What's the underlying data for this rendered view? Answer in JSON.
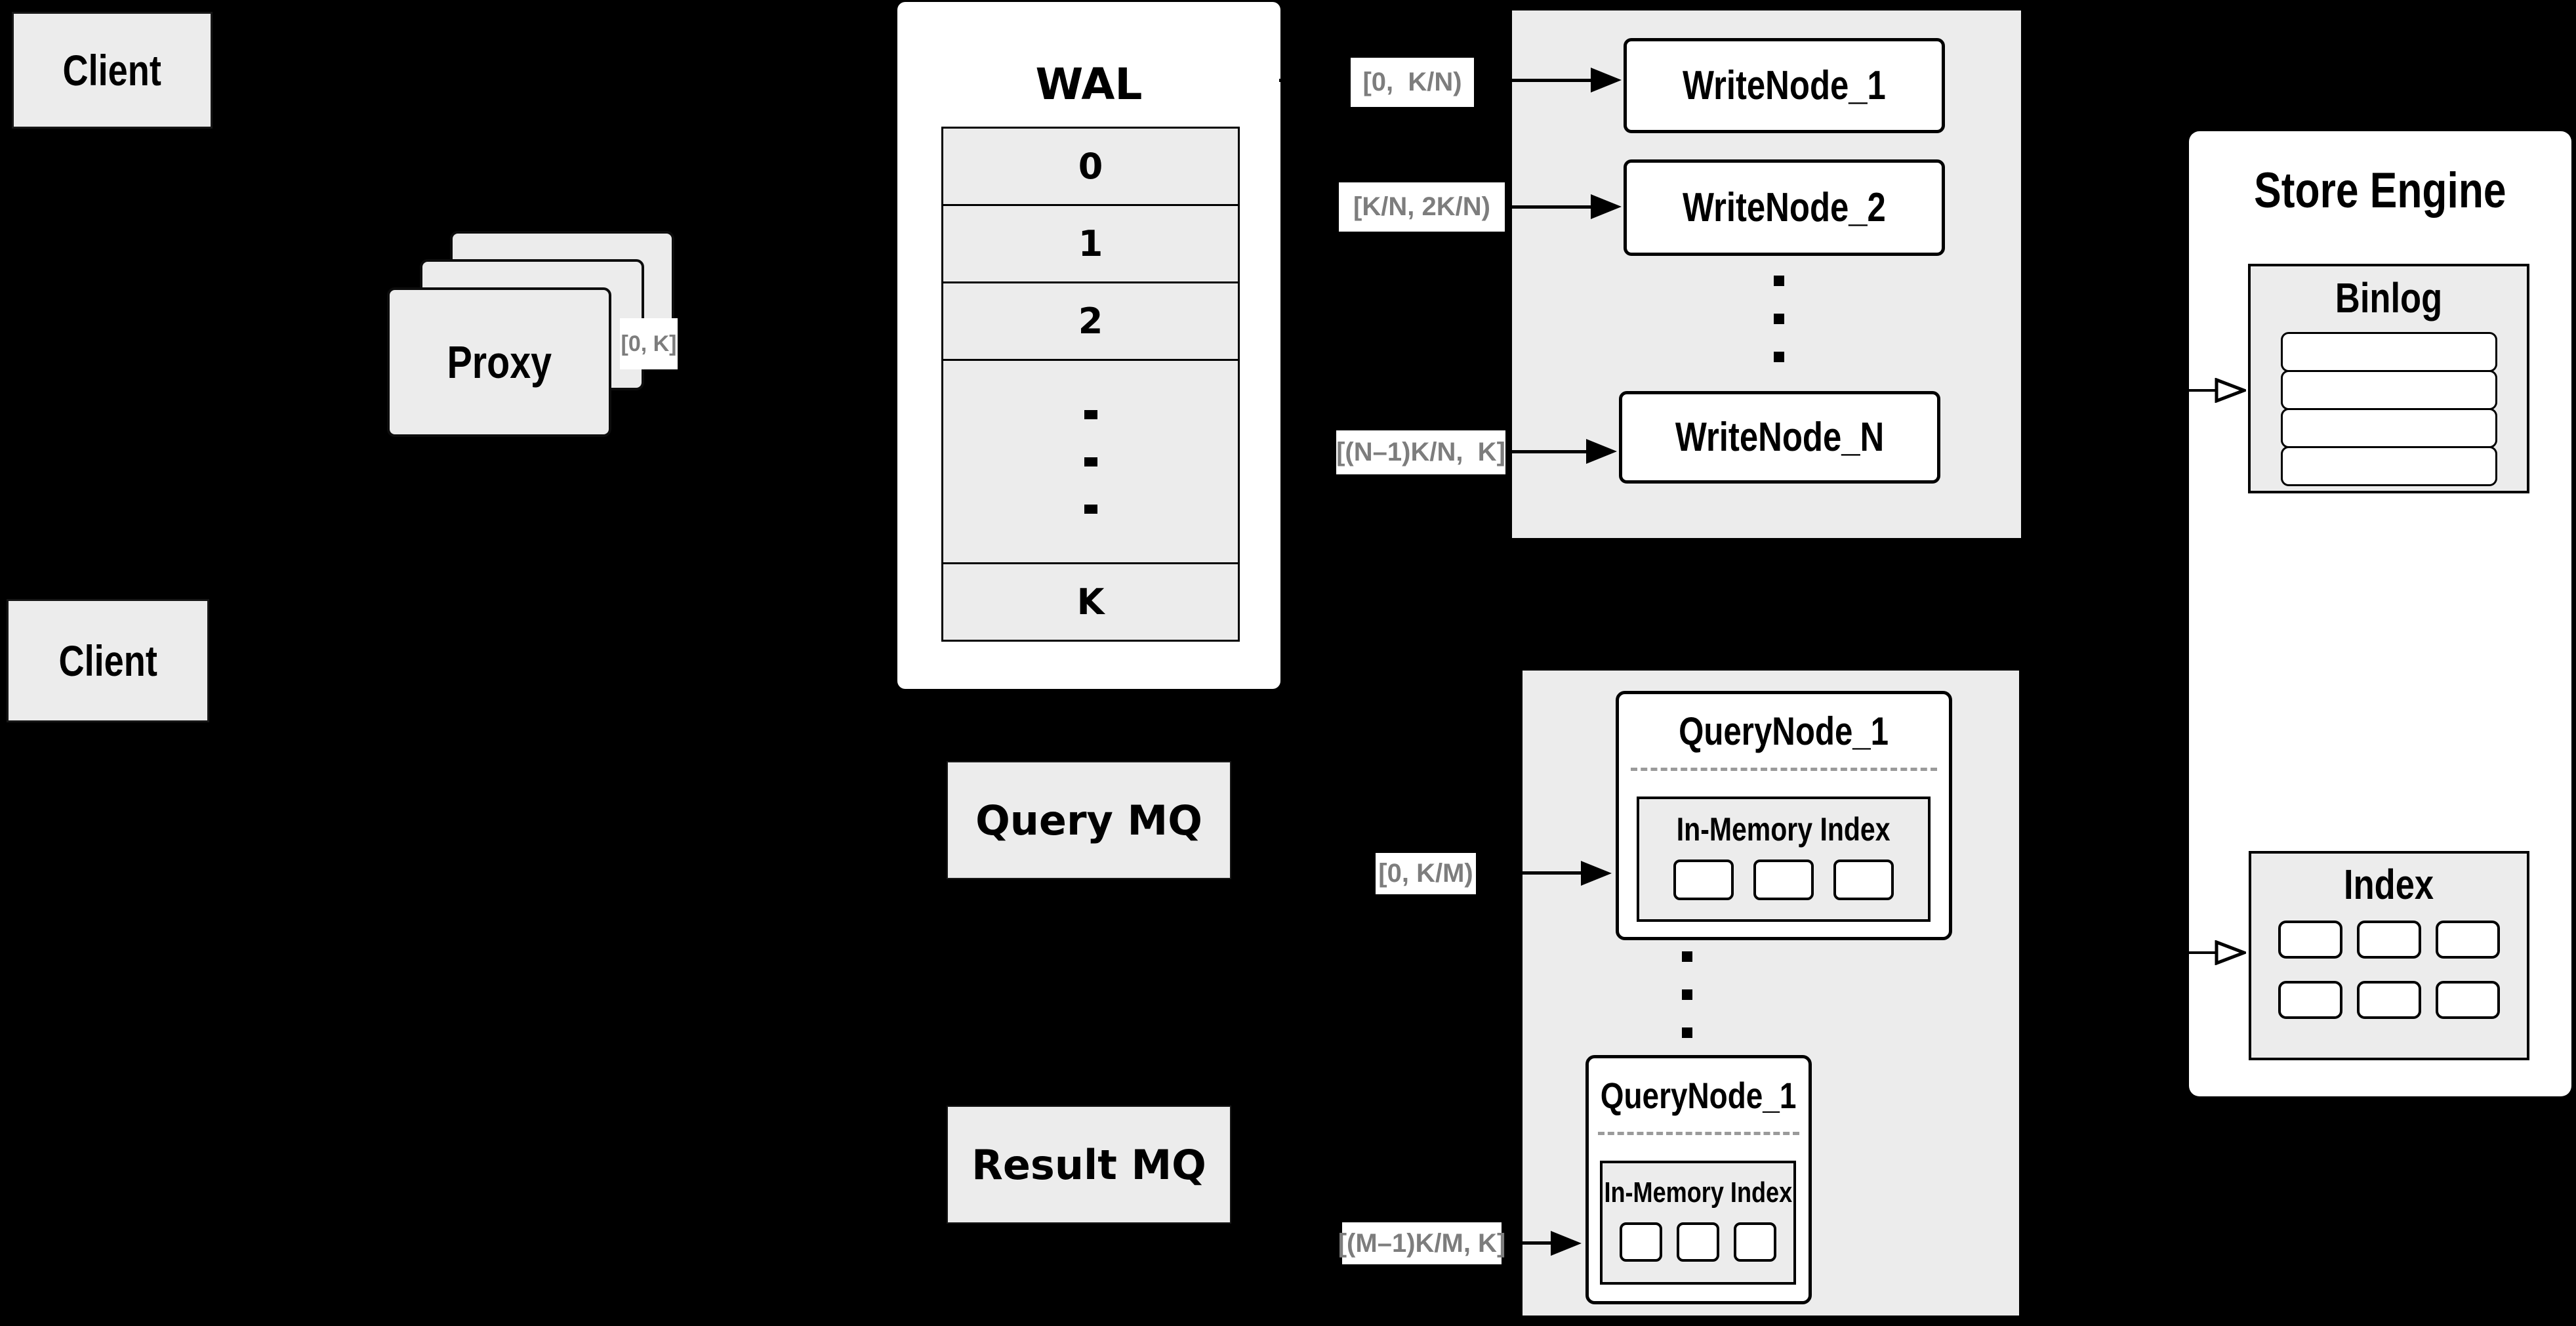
{
  "clients": {
    "top": "Client",
    "bottom": "Client"
  },
  "proxy": {
    "label": "Proxy"
  },
  "wal": {
    "title": "WAL",
    "rows": [
      "0",
      "1",
      "2",
      "K"
    ]
  },
  "route_labels": {
    "proxy_wal": "[0, K]",
    "wn1": "[0,  K/N)",
    "wn2": "[K/N, 2K/N)",
    "wnN": "[(N–1)K/N,  K]",
    "qn1": "[0, K/M)",
    "qn2": "[(M–1)K/M, K]"
  },
  "write_cluster": {
    "nodes": [
      "WriteNode_1",
      "WriteNode_2",
      "WriteNode_N"
    ]
  },
  "mq": {
    "query": "Query MQ",
    "result": "Result MQ"
  },
  "query_cluster": {
    "nodes": [
      {
        "title": "QueryNode_1",
        "inner": "In-Memory Index"
      },
      {
        "title": "QueryNode_1",
        "inner": "In-Memory Index"
      }
    ]
  },
  "store": {
    "title": "Store Engine",
    "binlog": "Binlog",
    "index": "Index"
  },
  "colors": {
    "background": "#000000",
    "panel_fill": "#ffffff",
    "box_fill": "#ececec",
    "line": "#000000",
    "route_label_text": "#7d7d7d",
    "dashed_separator": "#9a9a9a"
  }
}
